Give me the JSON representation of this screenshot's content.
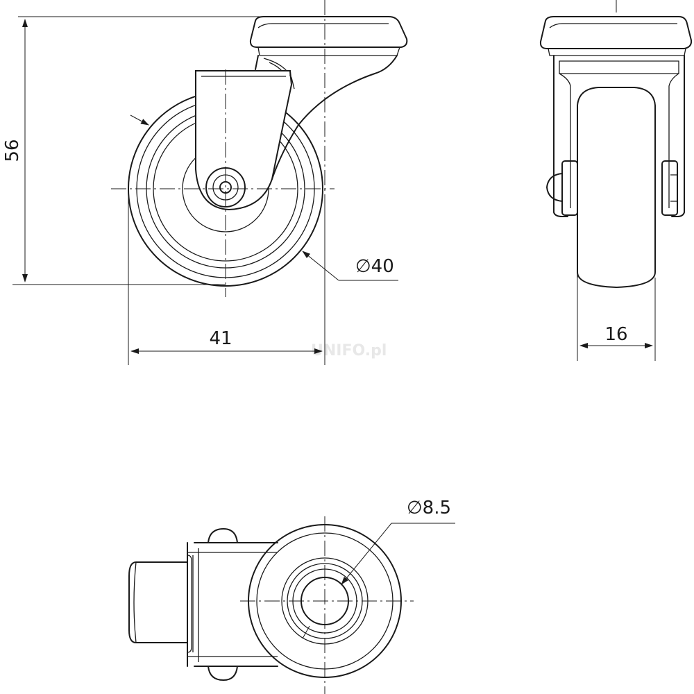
{
  "dimensions": {
    "height": "56",
    "width": "41",
    "wheel_diameter": "∅40",
    "wheel_width": "16",
    "bolt_hole_diameter": "∅8.5"
  },
  "watermark": "UNIFO.pl",
  "colors": {
    "line": "#1a1a1a",
    "background": "#ffffff",
    "watermark": "#e8e8e8"
  }
}
